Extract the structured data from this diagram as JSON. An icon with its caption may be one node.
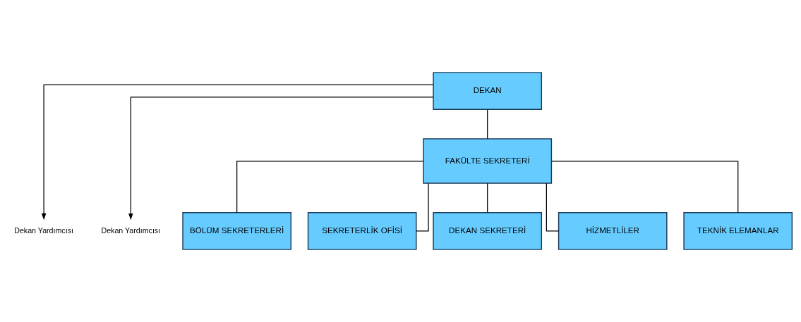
{
  "diagram": {
    "nodes": [
      {
        "text": [
          "DEKAN"
        ]
      },
      {
        "text": [
          "Dekan Yardımcısı"
        ]
      },
      {
        "text": [
          "Dekan Yardımcısı"
        ]
      },
      {
        "text": [
          "FAKÜLTE SEKRETERİ"
        ]
      },
      {
        "text": [
          "BÖLÜM SEKRETERLERİ"
        ]
      },
      {
        "text": [
          "SEKRETERLİK OFİSİ"
        ]
      },
      {
        "text": [
          "DEKAN SEKRETERİ"
        ]
      },
      {
        "text": [
          "HİZMETLİLER"
        ]
      },
      {
        "text": [
          "TEKNİK ELEMANLAR"
        ]
      }
    ],
    "edges": [
      {
        "from": 0,
        "to": 1,
        "arrow": "to"
      },
      {
        "from": 0,
        "to": 2,
        "arrow": "to"
      },
      {
        "from": 0,
        "to": 3,
        "arrow": "none"
      },
      {
        "from": 3,
        "to": 4,
        "arrow": "none"
      },
      {
        "from": 3,
        "to": 5,
        "arrow": "none"
      },
      {
        "from": 3,
        "to": 6,
        "arrow": "none"
      },
      {
        "from": 3,
        "to": 7,
        "arrow": "none"
      },
      {
        "from": 3,
        "to": 8,
        "arrow": "none"
      }
    ]
  }
}
